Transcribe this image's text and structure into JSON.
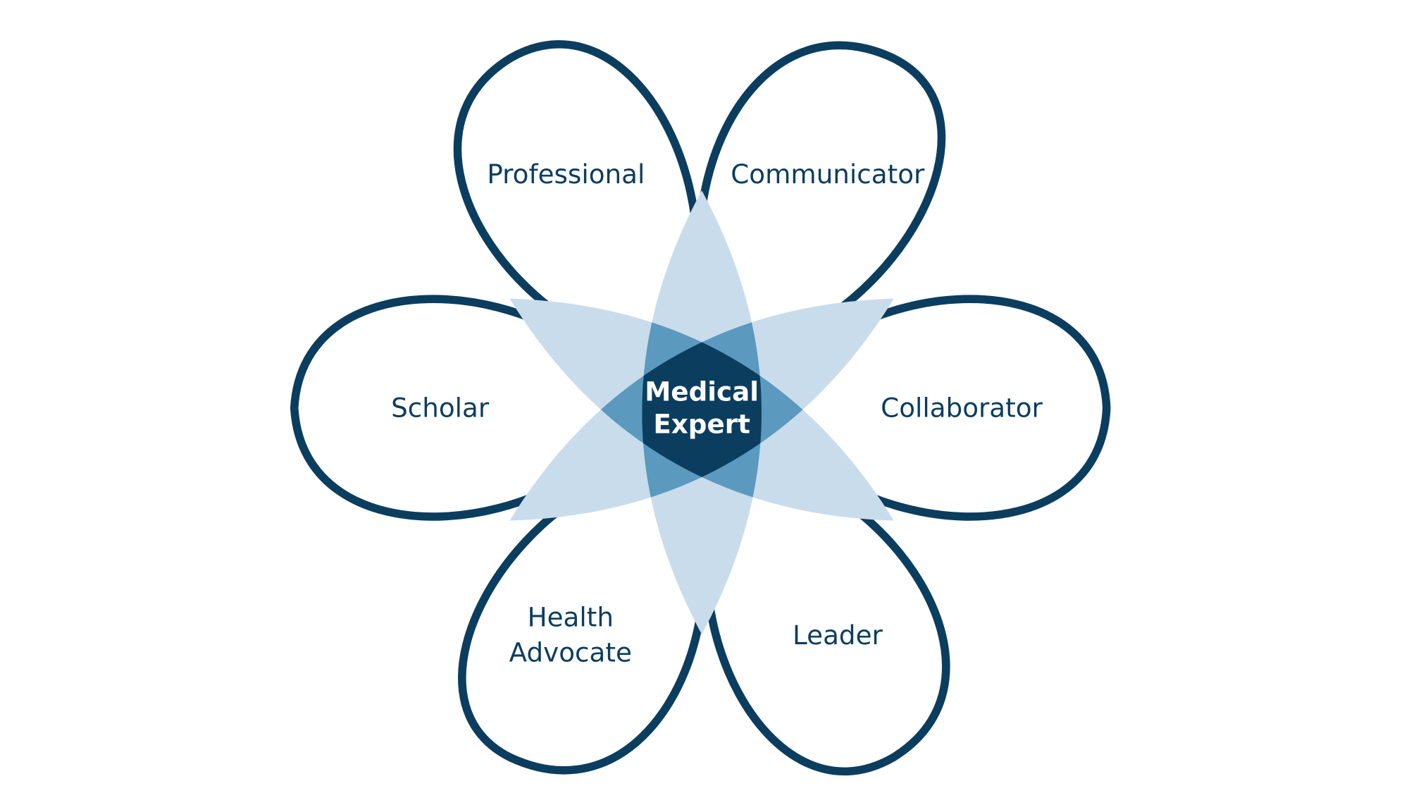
{
  "diagram": {
    "center": {
      "line1": "Medical",
      "line2": "Expert"
    },
    "roles": [
      {
        "id": "professional",
        "lines": [
          "Professional"
        ]
      },
      {
        "id": "communicator",
        "lines": [
          "Communicator"
        ]
      },
      {
        "id": "collaborator",
        "lines": [
          "Collaborator"
        ]
      },
      {
        "id": "leader",
        "lines": [
          "Leader"
        ]
      },
      {
        "id": "health-advocate",
        "lines": [
          "Health",
          "Advocate"
        ]
      },
      {
        "id": "scholar",
        "lines": [
          "Scholar"
        ]
      }
    ]
  },
  "colors": {
    "outline": "#0b3d5f",
    "light": "#c9dceb",
    "mid": "#5b99bf",
    "dark": "#0b3d5f"
  }
}
